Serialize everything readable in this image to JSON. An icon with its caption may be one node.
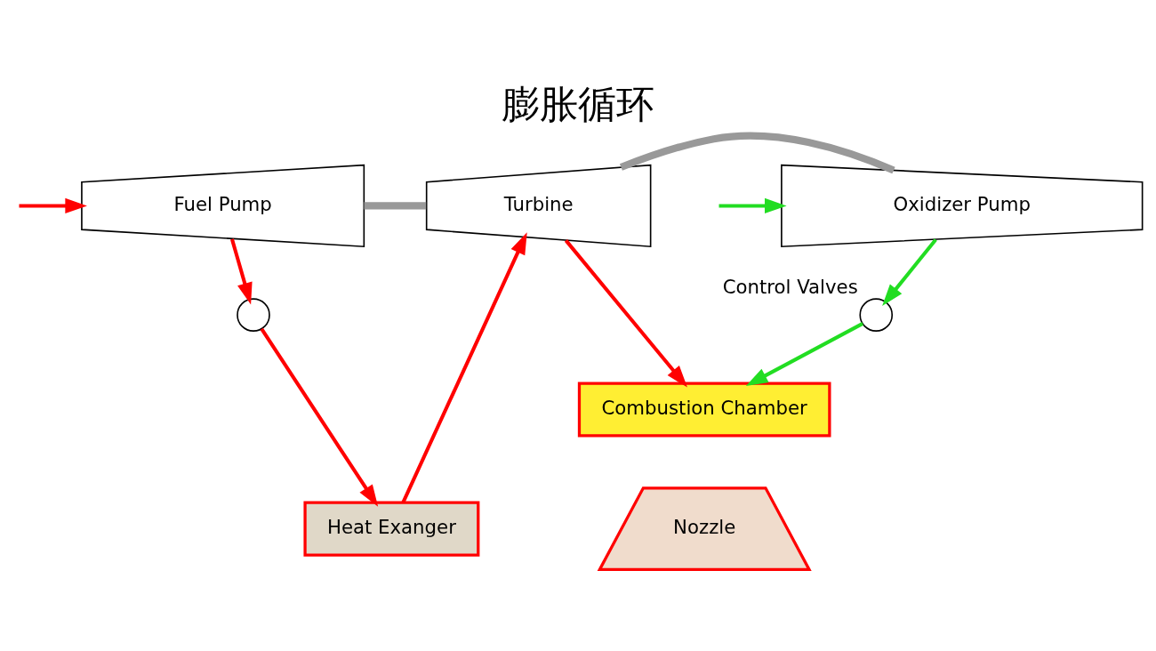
{
  "diagram": {
    "title": "膨胀循环",
    "nodes": [
      {
        "text": [
          "Fuel Pump"
        ]
      },
      {
        "text": [
          "Turbine"
        ]
      },
      {
        "text": [
          "Oxidizer Pump"
        ]
      },
      {
        "text": [],
        "shape": "circle"
      },
      {
        "text": [],
        "shape": "circle",
        "beside": [
          "Control Valves"
        ]
      },
      {
        "text": [
          "Combustion Chamber"
        ]
      },
      {
        "text": [
          "Heat Exanger"
        ]
      },
      {
        "text": [
          "Nozzle"
        ]
      }
    ],
    "edges": [
      {
        "from": null,
        "to": 0,
        "arrow": "to"
      },
      {
        "from": null,
        "to": 2,
        "arrow": "to",
        "color": "#22dd22"
      },
      {
        "from": 0,
        "to": 1,
        "arrow": "none",
        "color": "#999999",
        "style": "thick"
      },
      {
        "from": 1,
        "to": 2,
        "arrow": "none",
        "color": "#999999",
        "style": "thick"
      },
      {
        "from": 0,
        "to": 3,
        "arrow": "to"
      },
      {
        "from": 3,
        "to": 6,
        "arrow": "to"
      },
      {
        "from": 6,
        "to": 1,
        "arrow": "to"
      },
      {
        "from": 1,
        "to": 5,
        "arrow": "to"
      },
      {
        "from": 2,
        "to": 4,
        "arrow": "to",
        "color": "#22dd22"
      },
      {
        "from": 4,
        "to": 5,
        "arrow": "to",
        "color": "#22dd22"
      }
    ]
  }
}
